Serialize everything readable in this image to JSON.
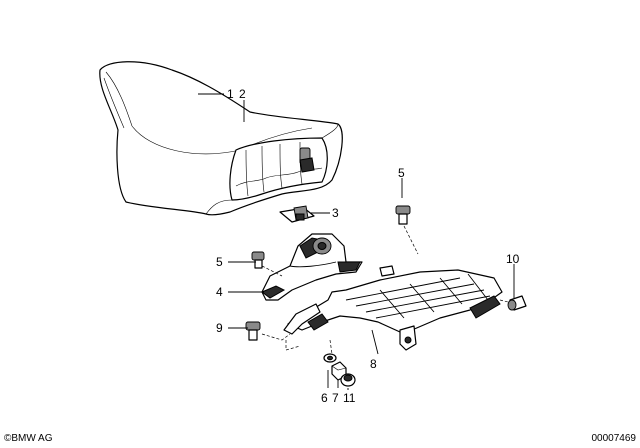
{
  "callouts": {
    "c1": "1",
    "c2": "2",
    "c3": "3",
    "c4": "4",
    "c5a": "5",
    "c5b": "5",
    "c6": "6",
    "c7": "7",
    "c8": "8",
    "c9": "9",
    "c10": "10",
    "c11": "11"
  },
  "footer": {
    "logo_text": "©BMW AG",
    "image_number": "00007469"
  }
}
